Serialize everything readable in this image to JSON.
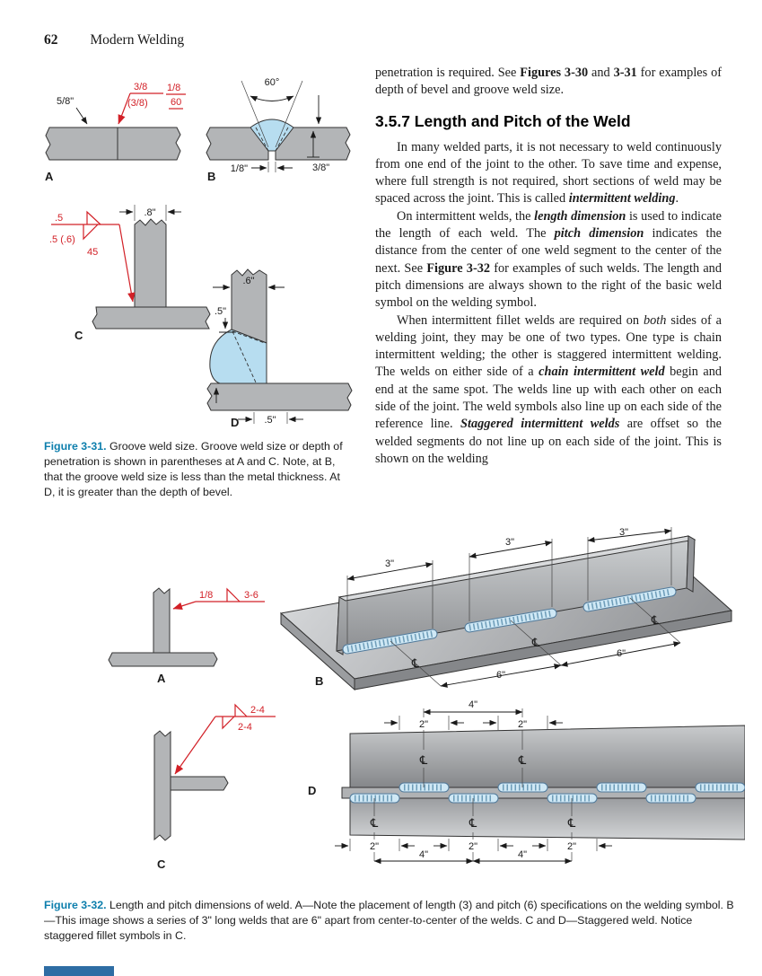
{
  "header": {
    "page_number": "62",
    "book_title": "Modern Welding"
  },
  "body": {
    "p1": [
      {
        "t": "penetration is required. See "
      },
      {
        "t": "Figures 3-30"
      },
      {
        "t": " and "
      },
      {
        "t": "3-31"
      },
      {
        "t": " for examples of depth of bevel and groove weld size."
      }
    ],
    "heading": "3.5.7 Length and Pitch of the Weld",
    "p2": [
      {
        "t": "In many welded parts, it is not necessary to weld continuously from one end of the joint to the other. To save time and expense, where full strength is not required, short sections of weld may be spaced across the joint. This is called "
      },
      {
        "t": "intermittent welding"
      },
      {
        "t": "."
      }
    ],
    "p3": [
      {
        "t": "On intermittent welds, the "
      },
      {
        "t": "length dimension"
      },
      {
        "t": " is used to indicate the length of each weld. The "
      },
      {
        "t": "pitch dimension"
      },
      {
        "t": " indicates the distance from the center of one weld segment to the center of the next. See "
      },
      {
        "t": "Figure 3-32"
      },
      {
        "t": " for examples of such welds. The length and pitch dimensions are always shown to the right of the basic weld symbol on the welding symbol."
      }
    ],
    "p4": [
      {
        "t": "When intermittent fillet welds are required on "
      },
      {
        "t": "both"
      },
      {
        "t": " sides of a welding joint, they may be one of two types. One type is chain intermittent welding; the other is staggered intermittent welding. The welds on either side of a "
      },
      {
        "t": "chain intermittent weld"
      },
      {
        "t": " begin and end at the same spot. The welds line up with each other on each side of the joint. The weld symbols also line up on each side of the reference line. "
      },
      {
        "t": "Staggered intermittent welds"
      },
      {
        "t": " are offset so the welded segments do not line up on each side of the joint. This is shown on the welding"
      }
    ]
  },
  "fig31": {
    "a": {
      "label": "A",
      "thickness": "5/8\"",
      "size": "3/8",
      "depth": "(3/8)",
      "root": "1/8",
      "angle": "60"
    },
    "b": {
      "label": "B",
      "angle": "60°",
      "size": "3/8\"",
      "root": "1/8\""
    },
    "c": {
      "label": "C",
      "size1": ".5",
      "size2": ".5 (.6)",
      "angle": "45",
      "width": ".8\""
    },
    "d": {
      "label": "D",
      "width": ".6\"",
      "size_v": ".5\"",
      "size_h": ".5\""
    },
    "caption": {
      "lead": "Figure 3-31.",
      "text": " Groove weld size. Groove weld size or depth of penetration is shown in parentheses at A and C. Note, at B, that the groove weld size is less than the metal thickness. At D, it is greater than the depth of bevel."
    }
  },
  "fig32": {
    "a": {
      "label": "A",
      "size": "1/8",
      "spec": "3-6"
    },
    "b": {
      "label": "B",
      "len": "3\"",
      "pitch": "6\"",
      "cl": "℄"
    },
    "c": {
      "label": "C",
      "top": "2-4",
      "bottom": "2-4"
    },
    "d": {
      "label": "D",
      "len": "2\"",
      "pitch": "4\"",
      "cl": "℄"
    },
    "caption": {
      "lead": "Figure 3-32.",
      "text": " Length and pitch dimensions of weld. A—Note the placement of length (3) and pitch (6) specifications on the welding symbol. B—This image shows a series of 3\" long welds that are 6\" apart from center-to-center of the welds. C and D—Staggered weld. Notice staggered fillet symbols in C."
    }
  }
}
